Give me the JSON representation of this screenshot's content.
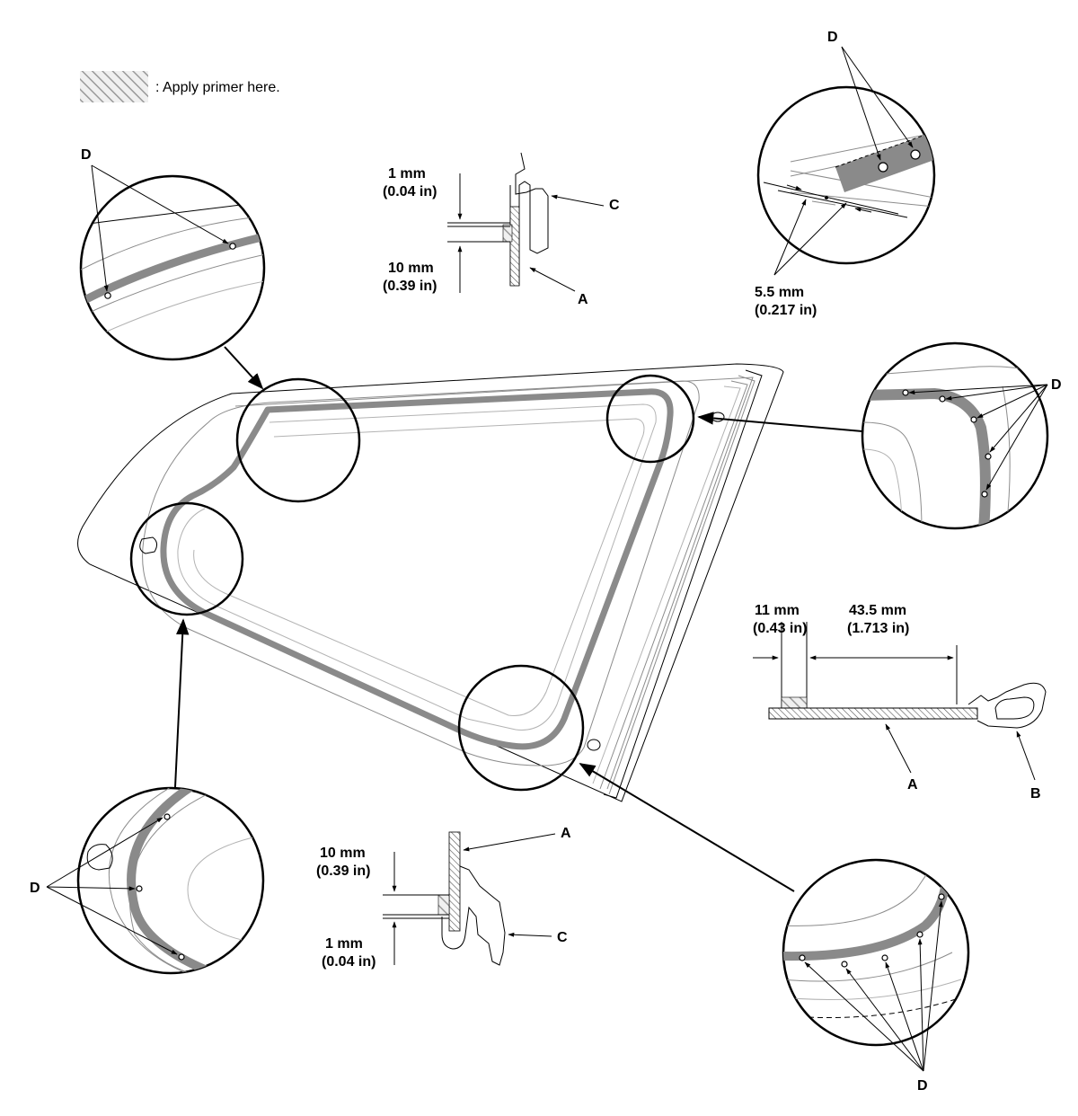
{
  "legend": {
    "text": ": Apply primer here."
  },
  "labels": {
    "A": "A",
    "B": "B",
    "C": "C",
    "D": "D"
  },
  "dimensions": {
    "top_mid_1mm": "1 mm",
    "top_mid_1mm_in": "(0.04 in)",
    "top_mid_10mm": "10 mm",
    "top_mid_10mm_in": "(0.39 in)",
    "top_right_5_5mm": "5.5 mm",
    "top_right_5_5mm_in": "(0.217 in)",
    "right_11mm": "11 mm",
    "right_11mm_in": "(0.43 in)",
    "right_43_5mm": "43.5 mm",
    "right_43_5mm_in": "(1.713 in)",
    "bottom_mid_10mm": "10 mm",
    "bottom_mid_10mm_in": "(0.39 in)",
    "bottom_mid_1mm": "1 mm",
    "bottom_mid_1mm_in": "(0.04 in)"
  },
  "colors": {
    "primer_band": "#8a8a8a",
    "outline": "#000000"
  }
}
